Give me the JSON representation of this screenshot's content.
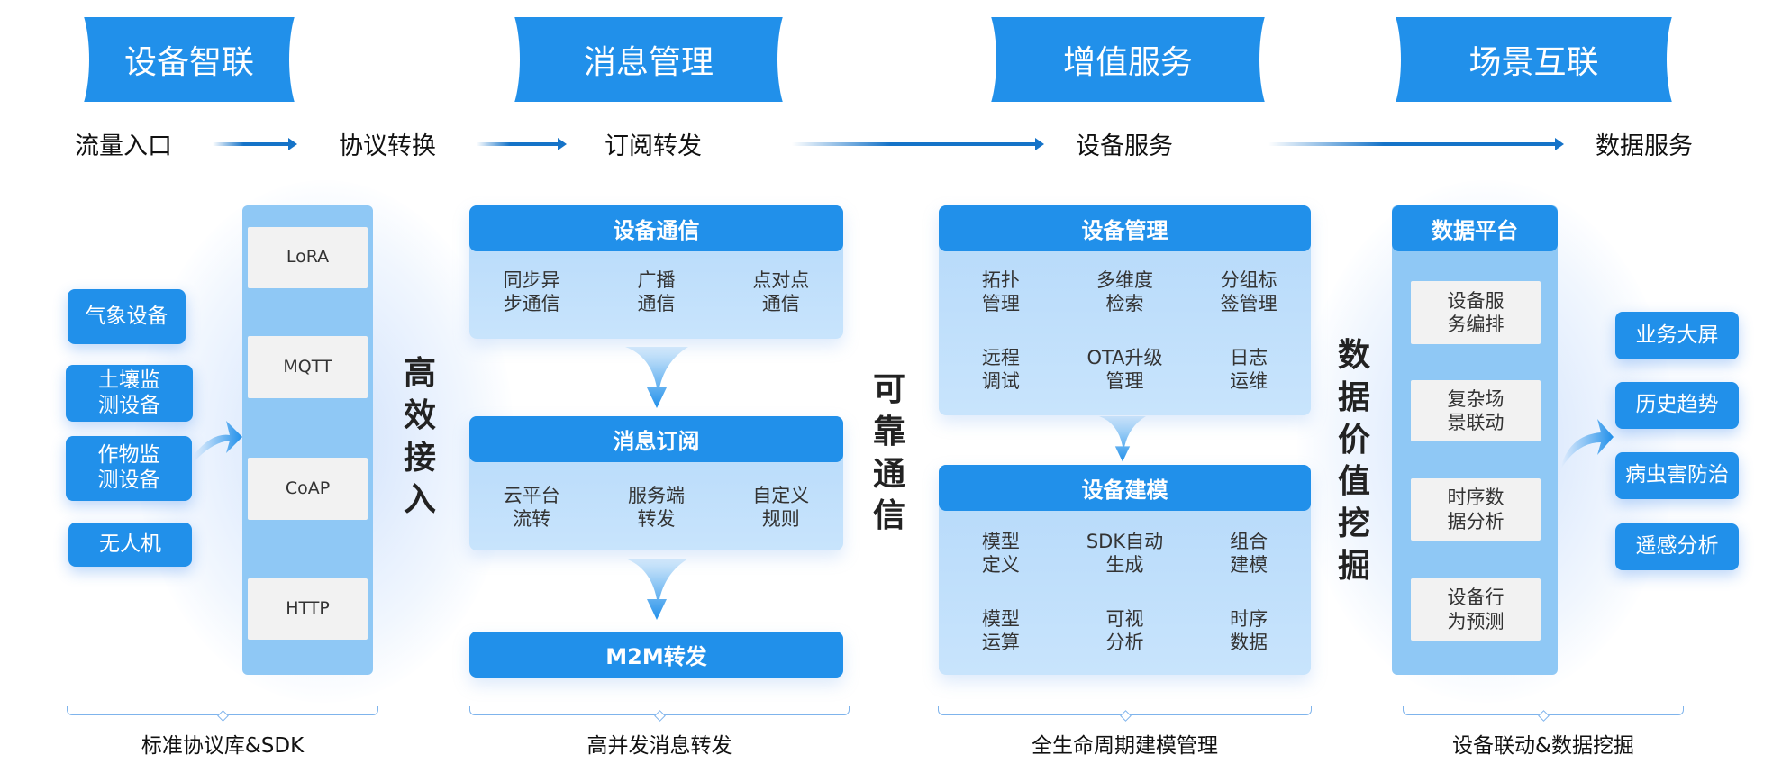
{
  "banners": [
    "设备智联",
    "消息管理",
    "增值服务",
    "场景互联"
  ],
  "flow": [
    "流量入口",
    "协议转换",
    "订阅转发",
    "设备服务",
    "数据服务"
  ],
  "devices": [
    "气象设备",
    "土壤监\n测设备",
    "作物监\n测设备",
    "无人机"
  ],
  "protocols": [
    "LoRA",
    "MQTT",
    "CoAP",
    "HTTP"
  ],
  "vertical": {
    "access": "高效接入",
    "reliable": "可靠通信",
    "mining": "数据价值挖掘"
  },
  "comm": {
    "title": "设备通信",
    "items": [
      "同步异\n步通信",
      "广播\n通信",
      "点对点\n通信"
    ]
  },
  "sub": {
    "title": "消息订阅",
    "items": [
      "云平台\n流转",
      "服务端\n转发",
      "自定义\n规则"
    ]
  },
  "m2m": "M2M转发",
  "mgmt": {
    "title": "设备管理",
    "items": [
      "拓扑\n管理",
      "多维度\n检索",
      "分组标\n签管理",
      "远程\n调试",
      "OTA升级\n管理",
      "日志\n运维"
    ]
  },
  "model": {
    "title": "设备建模",
    "items": [
      "模型\n定义",
      "SDK自动\n生成",
      "组合\n建模",
      "模型\n运算",
      "可视\n分析",
      "时序\n数据"
    ]
  },
  "platform": {
    "title": "数据平台",
    "items": [
      "设备服\n务编排",
      "复杂场\n景联动",
      "时序数\n据分析",
      "设备行\n为预测"
    ]
  },
  "outputs": [
    "业务大屏",
    "历史趋势",
    "病虫害防治",
    "遥感分析"
  ],
  "bottom": [
    "标准协议库&SDK",
    "高并发消息转发",
    "全生命周期建模管理",
    "设备联动&数据挖掘"
  ]
}
